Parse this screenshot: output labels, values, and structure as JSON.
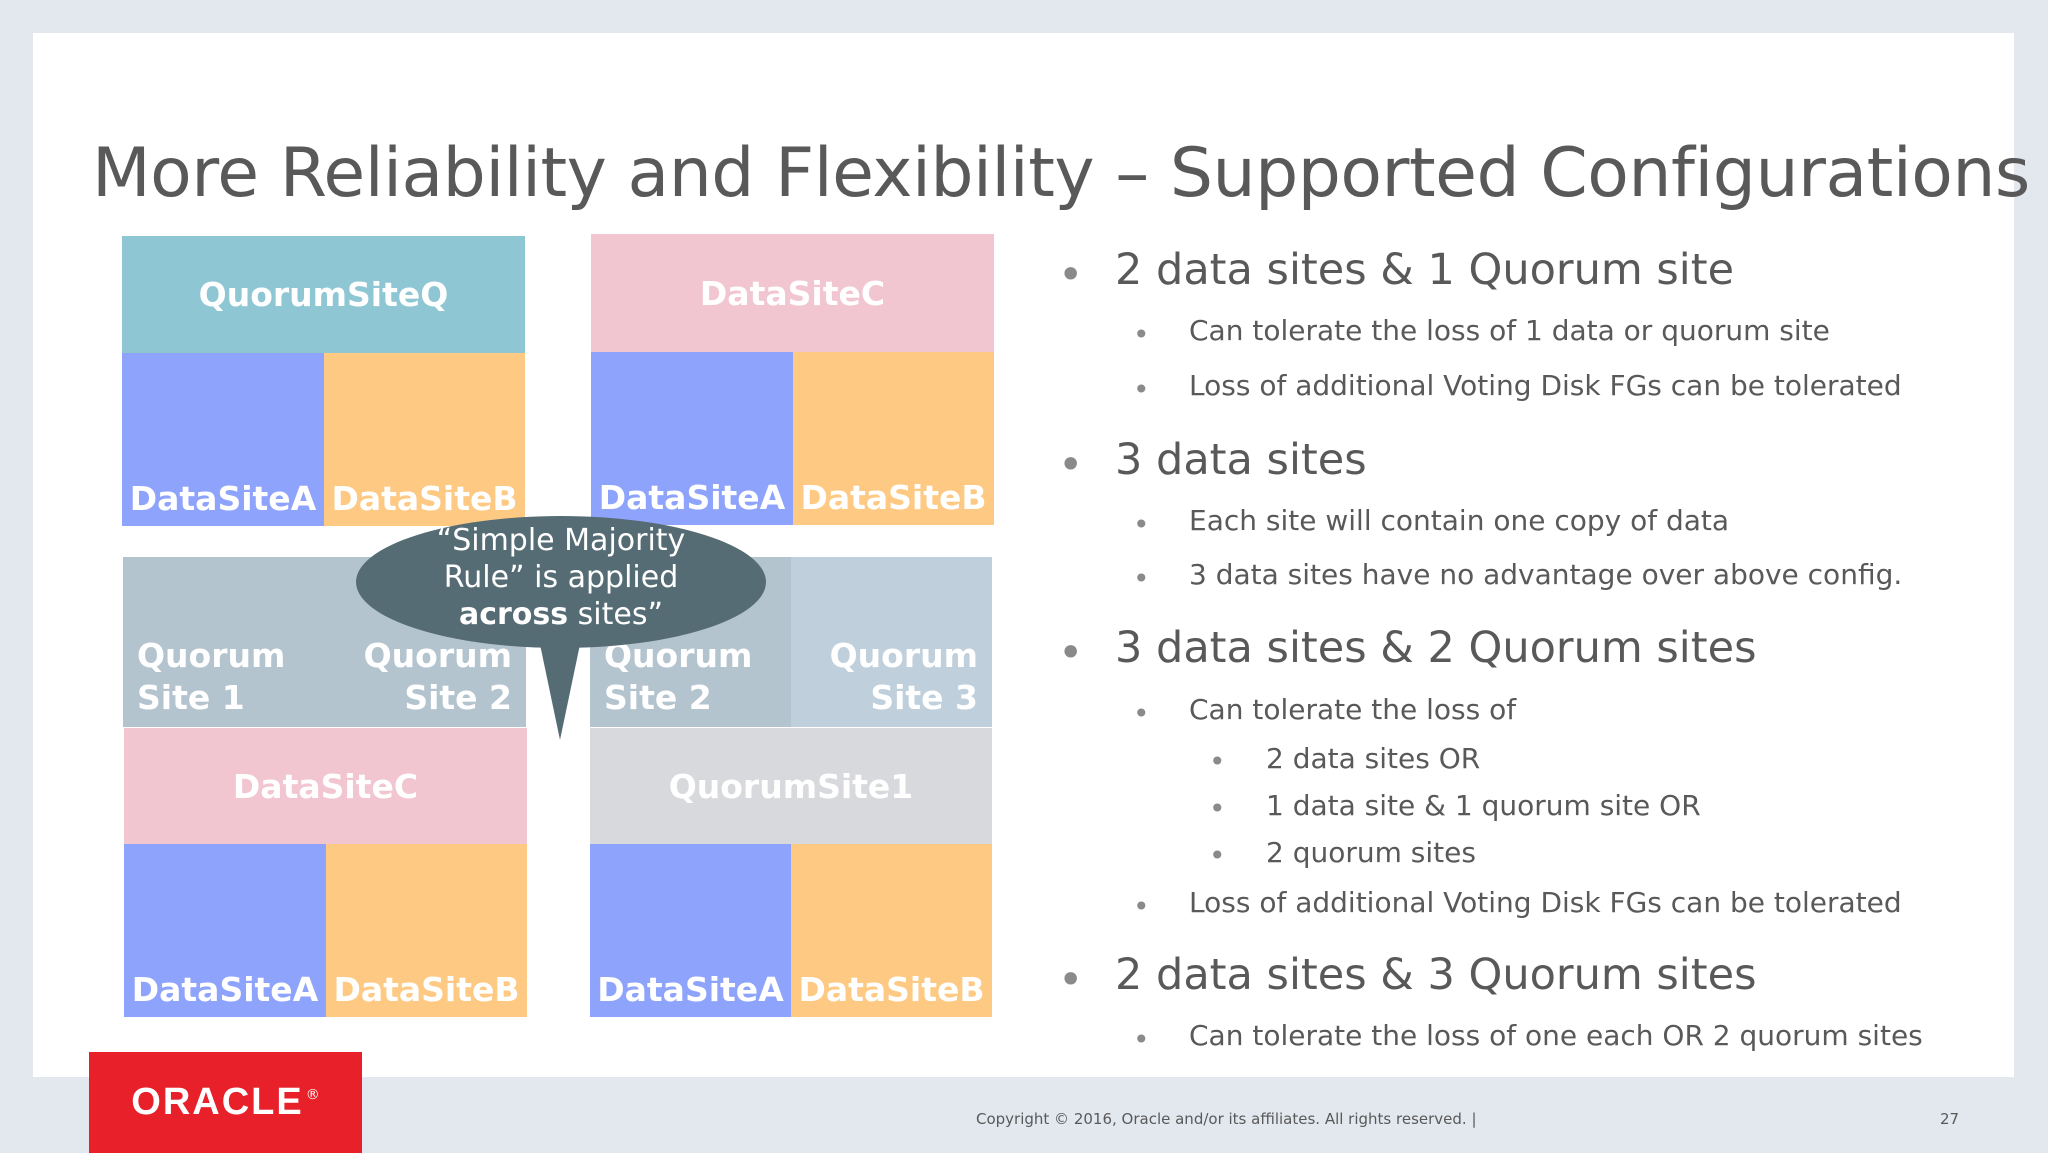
{
  "title": "More Reliability and Flexibility – Supported Configurations",
  "diagrams": {
    "top_left": {
      "top": "QuorumSiteQ",
      "left": "DataSiteA",
      "right": "DataSiteB"
    },
    "top_right": {
      "top": "DataSiteC",
      "left": "DataSiteA",
      "right": "DataSiteB"
    },
    "bottom_left": {
      "q1_line1": "Quorum",
      "q1_line2": "Site 1",
      "q2_line1": "Quorum",
      "q2_line2": "Site 2",
      "middle": "DataSiteC",
      "left": "DataSiteA",
      "right": "DataSiteB"
    },
    "bottom_right": {
      "q1_line1": "Quorum",
      "q1_line2": "Site 2",
      "q2_line1": "Quorum",
      "q2_line2": "Site 3",
      "middle": "QuorumSite1",
      "left": "DataSiteA",
      "right": "DataSiteB"
    }
  },
  "callout": {
    "line1": "“Simple Majority",
    "line2": "Rule” is applied",
    "line3_bold": "across",
    "line3_rest": " sites”"
  },
  "bullets": {
    "b1": "2 data sites & 1 Quorum site",
    "b1_1": "Can tolerate the loss of 1 data or quorum site",
    "b1_2": "Loss of additional Voting Disk FGs can be tolerated",
    "b2": "3 data sites",
    "b2_1": "Each site will contain one copy of data",
    "b2_2": "3 data sites have no advantage over above config.",
    "b3": "3 data sites & 2 Quorum sites",
    "b3_1": "Can tolerate the loss of",
    "b3_1_1": "2 data sites OR",
    "b3_1_2": "1 data site & 1 quorum site OR",
    "b3_1_3": "2 quorum sites",
    "b3_2": "Loss of additional Voting Disk FGs can be tolerated",
    "b4": "2 data sites & 3 Quorum sites",
    "b4_1": "Can tolerate the loss of one each OR 2 quorum sites",
    "bullet_char": "•"
  },
  "footer": {
    "copyright": "Copyright © 2016, Oracle and/or its affiliates. All rights reserved.  |",
    "page_number": "27"
  },
  "logo": {
    "text": "ORACLE",
    "mark": "®"
  },
  "colors": {
    "blue": "#8ea3fb",
    "orange": "#fec983",
    "teal": "#8ec7d3",
    "pink": "#f1c6d1",
    "grey": "#d8d9dd",
    "quorum": "#b4c4cf",
    "callout": "#566c75",
    "oracle_red": "#e8202a"
  }
}
